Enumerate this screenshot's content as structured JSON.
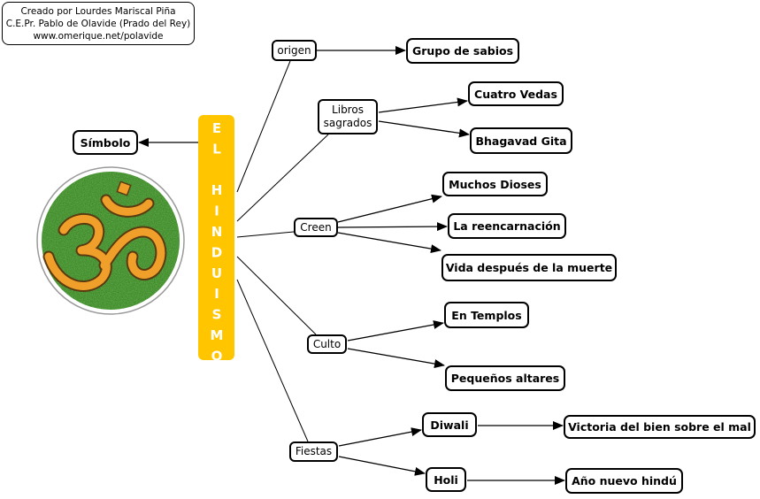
{
  "credits": {
    "line1": "Creado por Lourdes Mariscal Piña",
    "line2": "C.E.Pr. Pablo de Olavide (Prado del Rey)",
    "line3": "www.omerique.net/polavide"
  },
  "central": {
    "title": "EL HINDUISMO"
  },
  "colors": {
    "central_bg": "#FFC600",
    "central_text": "#FFFFFF",
    "om_green": "#3f8a2a",
    "om_orange": "#F0A02A"
  },
  "symbol": {
    "label": "Símbolo",
    "image_icon": "om-symbol"
  },
  "branches": [
    {
      "linker": "origen",
      "concepts": [
        {
          "label": "Grupo de sabios"
        }
      ]
    },
    {
      "linker": "Libros sagrados",
      "concepts": [
        {
          "label": "Cuatro Vedas"
        },
        {
          "label": "Bhagavad Gita"
        }
      ]
    },
    {
      "linker": "Creen",
      "concepts": [
        {
          "label": "Muchos Dioses"
        },
        {
          "label": "La reencarnación"
        },
        {
          "label": "Vida después de la muerte"
        }
      ]
    },
    {
      "linker": "Culto",
      "concepts": [
        {
          "label": "En Templos"
        },
        {
          "label": "Pequeños altares"
        }
      ]
    },
    {
      "linker": "Fiestas",
      "concepts": [
        {
          "label": "Diwali",
          "detail": "Victoria del bien sobre el mal"
        },
        {
          "label": "Holi",
          "detail": "Año nuevo hindú"
        }
      ]
    }
  ],
  "links": [
    {
      "from": "EL HINDUISMO",
      "to": "Símbolo"
    },
    {
      "from": "EL HINDUISMO",
      "to": "origen"
    },
    {
      "from": "EL HINDUISMO",
      "to": "Libros sagrados"
    },
    {
      "from": "EL HINDUISMO",
      "to": "Creen"
    },
    {
      "from": "EL HINDUISMO",
      "to": "Culto"
    },
    {
      "from": "EL HINDUISMO",
      "to": "Fiestas"
    },
    {
      "from": "origen",
      "to": "Grupo de sabios"
    },
    {
      "from": "Libros sagrados",
      "to": "Cuatro Vedas"
    },
    {
      "from": "Libros sagrados",
      "to": "Bhagavad Gita"
    },
    {
      "from": "Creen",
      "to": "Muchos Dioses"
    },
    {
      "from": "Creen",
      "to": "La reencarnación"
    },
    {
      "from": "Creen",
      "to": "Vida después de la muerte"
    },
    {
      "from": "Culto",
      "to": "En Templos"
    },
    {
      "from": "Culto",
      "to": "Pequeños altares"
    },
    {
      "from": "Fiestas",
      "to": "Diwali"
    },
    {
      "from": "Fiestas",
      "to": "Holi"
    },
    {
      "from": "Diwali",
      "to": "Victoria del bien sobre el mal"
    },
    {
      "from": "Holi",
      "to": "Año nuevo hindú"
    }
  ]
}
